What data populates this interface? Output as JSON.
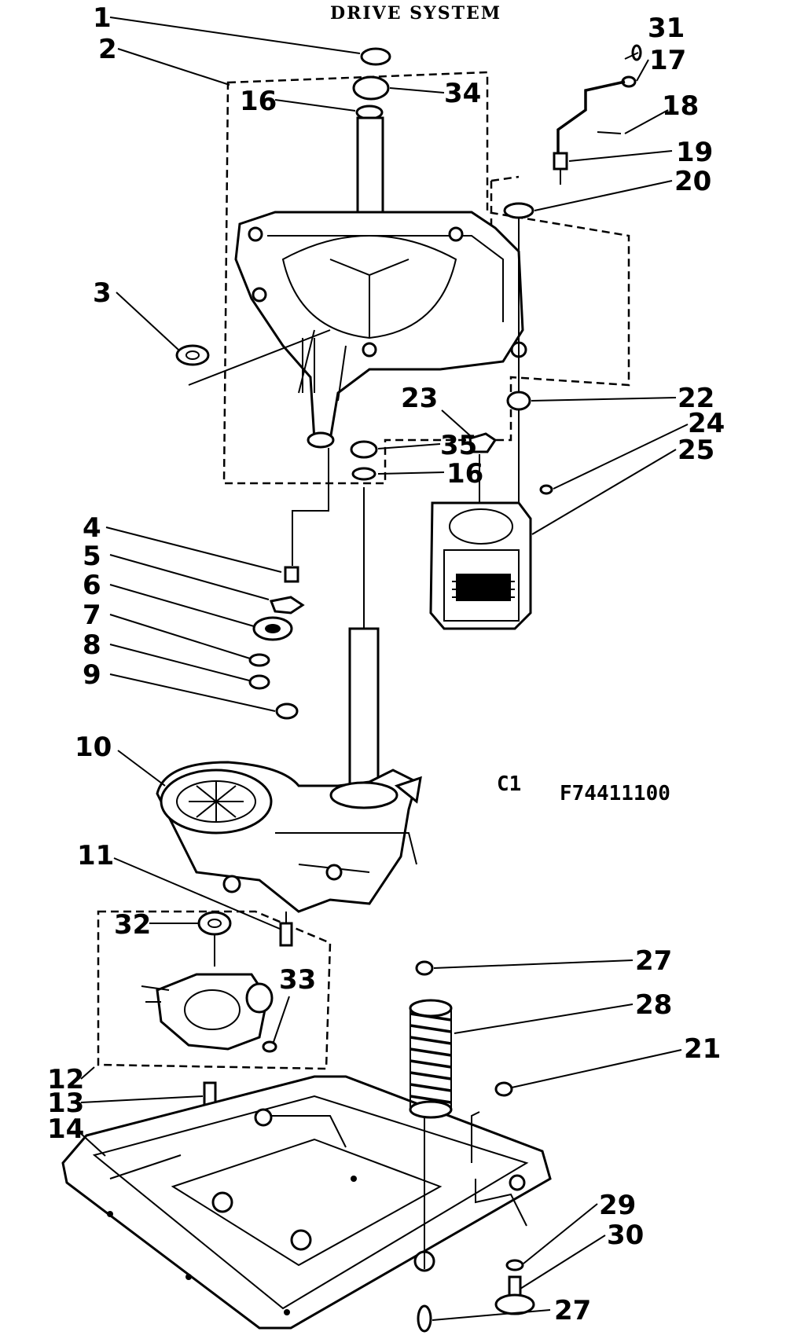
{
  "title": "DRIVE SYSTEM",
  "code_prefix": "C1",
  "code": "F74411100",
  "callouts": [
    {
      "id": "c1",
      "text": "1"
    },
    {
      "id": "c2",
      "text": "2"
    },
    {
      "id": "c3",
      "text": "3"
    },
    {
      "id": "c4",
      "text": "4"
    },
    {
      "id": "c5",
      "text": "5"
    },
    {
      "id": "c6",
      "text": "6"
    },
    {
      "id": "c7",
      "text": "7"
    },
    {
      "id": "c8",
      "text": "8"
    },
    {
      "id": "c9",
      "text": "9"
    },
    {
      "id": "c10",
      "text": "10"
    },
    {
      "id": "c11",
      "text": "11"
    },
    {
      "id": "c12",
      "text": "12"
    },
    {
      "id": "c13",
      "text": "13"
    },
    {
      "id": "c14",
      "text": "14"
    },
    {
      "id": "c16a",
      "text": "16"
    },
    {
      "id": "c16b",
      "text": "16"
    },
    {
      "id": "c17",
      "text": "17"
    },
    {
      "id": "c18",
      "text": "18"
    },
    {
      "id": "c19",
      "text": "19"
    },
    {
      "id": "c20",
      "text": "20"
    },
    {
      "id": "c21",
      "text": "21"
    },
    {
      "id": "c22",
      "text": "22"
    },
    {
      "id": "c23",
      "text": "23"
    },
    {
      "id": "c24",
      "text": "24"
    },
    {
      "id": "c25",
      "text": "25"
    },
    {
      "id": "c27a",
      "text": "27"
    },
    {
      "id": "c27b",
      "text": "27"
    },
    {
      "id": "c28",
      "text": "28"
    },
    {
      "id": "c29",
      "text": "29"
    },
    {
      "id": "c30",
      "text": "30"
    },
    {
      "id": "c31",
      "text": "31"
    },
    {
      "id": "c32",
      "text": "32"
    },
    {
      "id": "c33",
      "text": "33"
    },
    {
      "id": "c34",
      "text": "34"
    },
    {
      "id": "c35",
      "text": "35"
    }
  ]
}
